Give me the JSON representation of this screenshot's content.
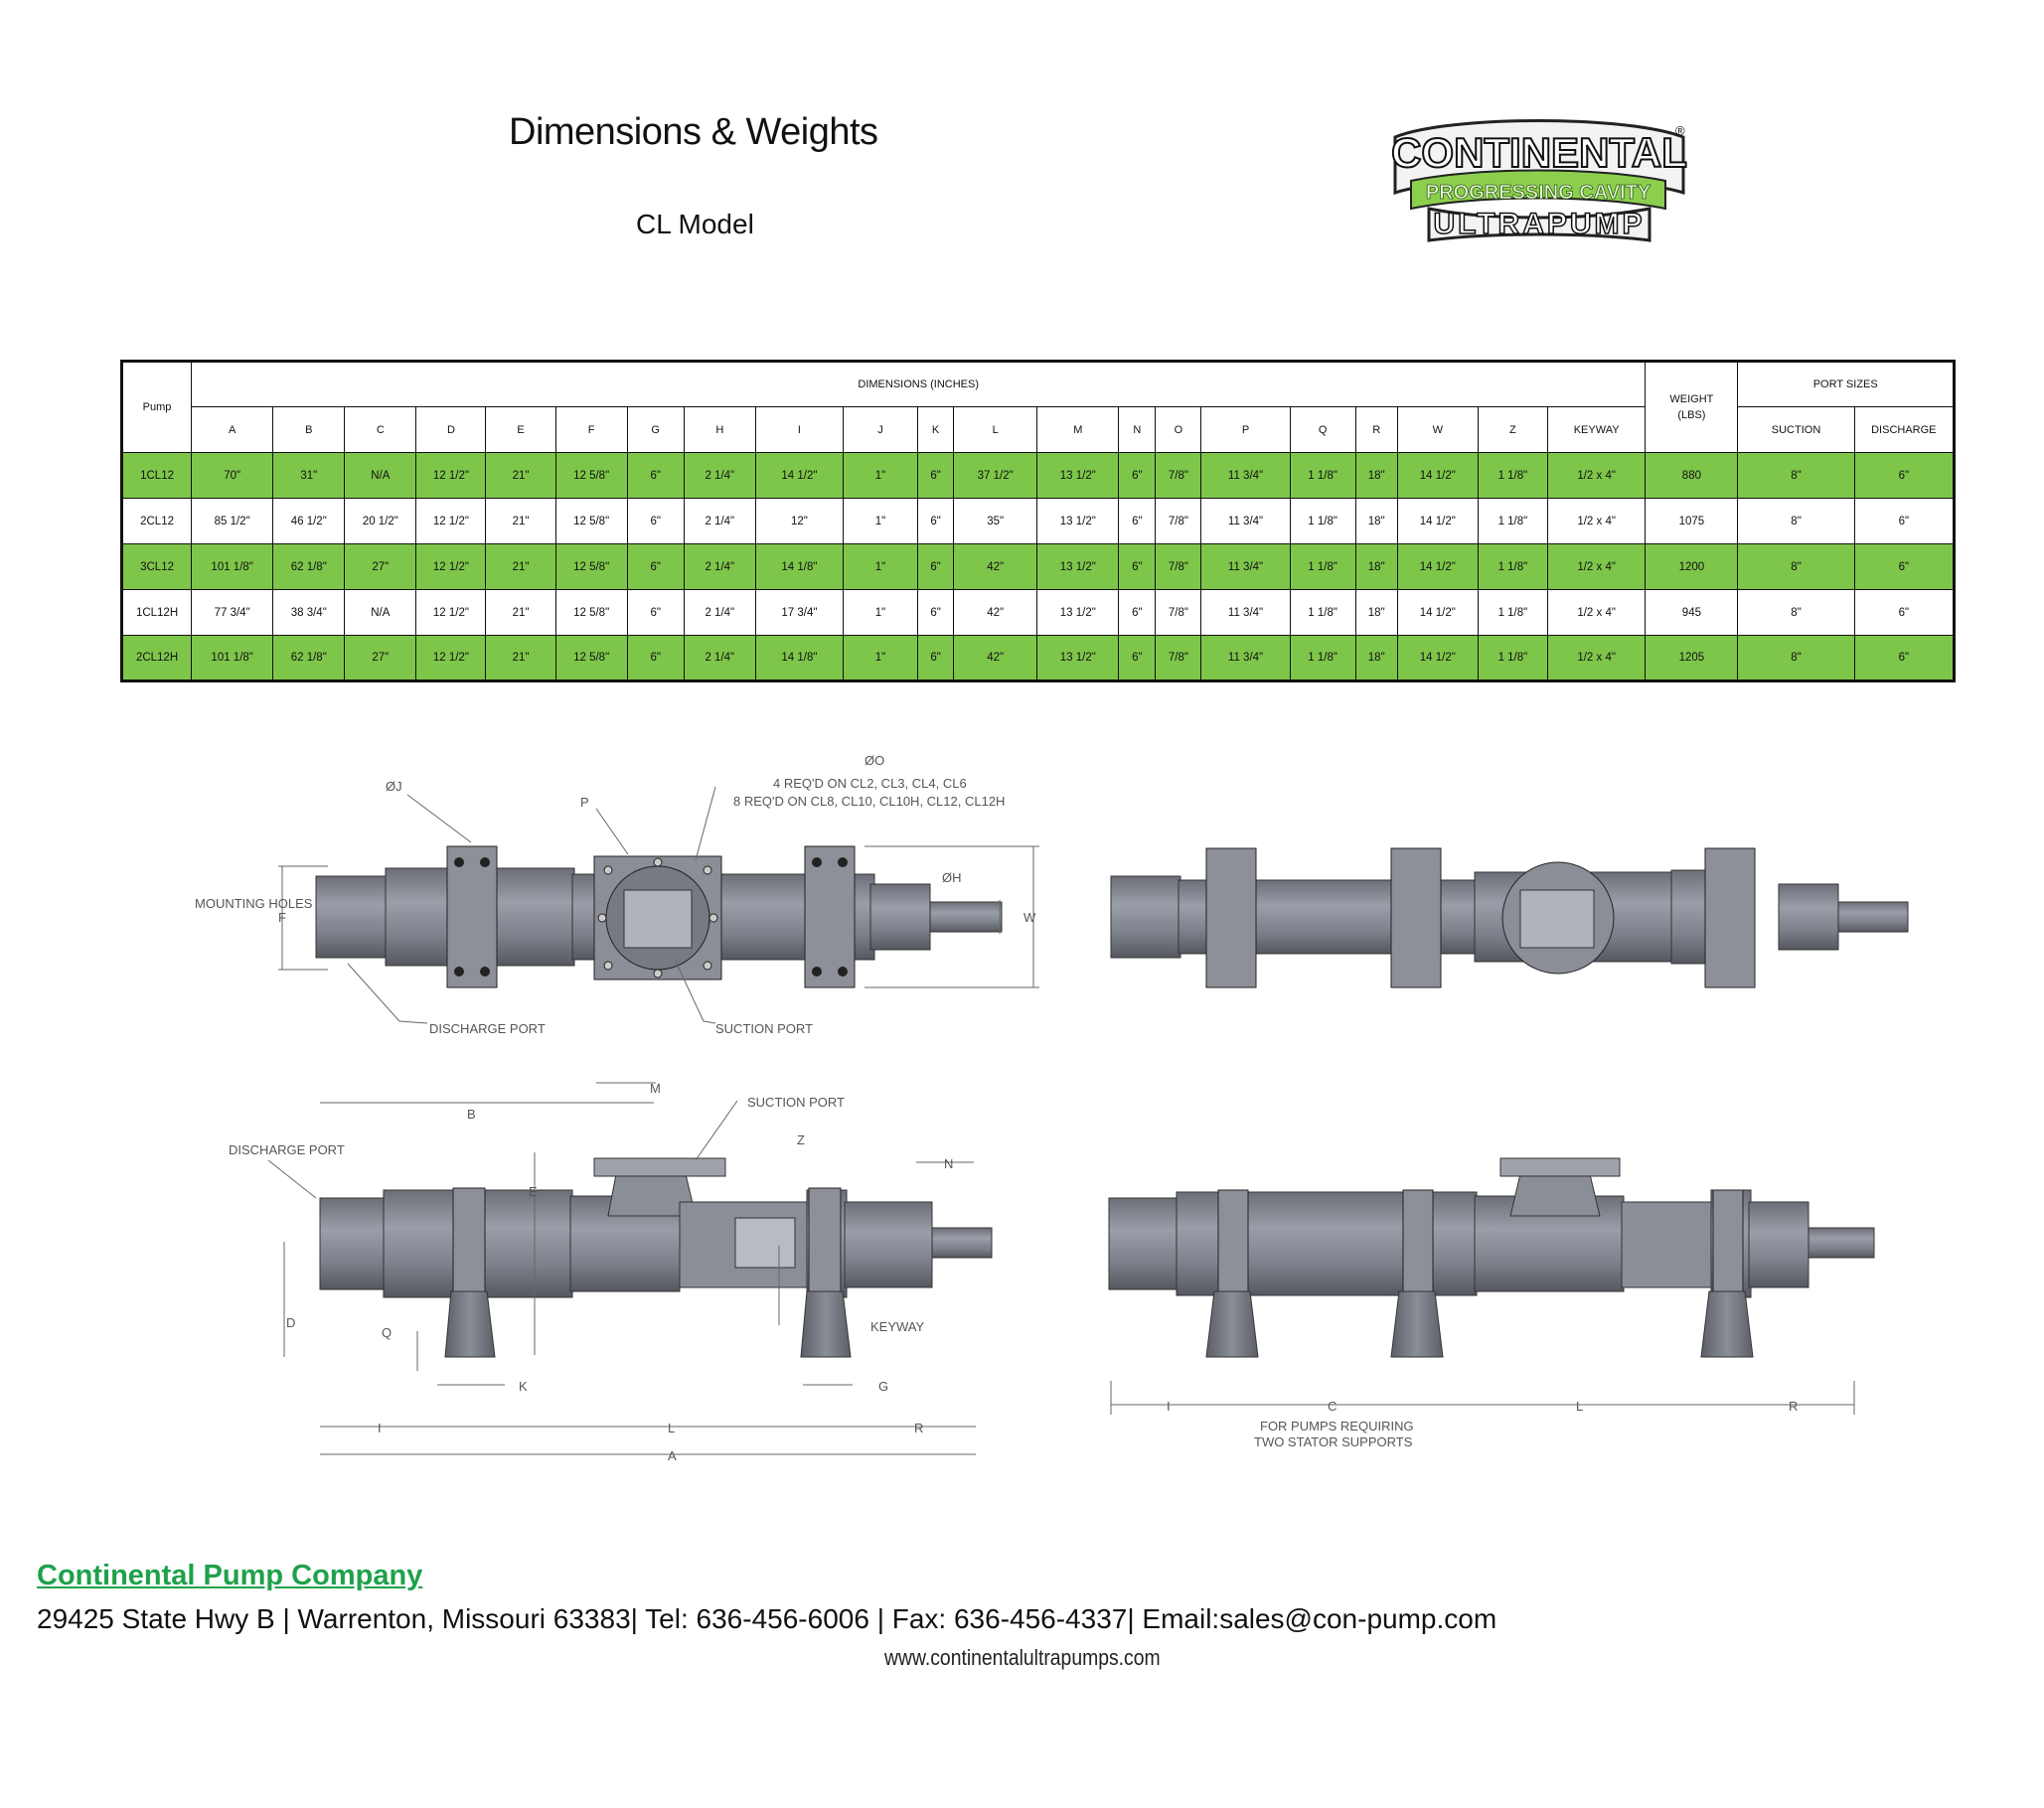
{
  "header": {
    "title": "Dimensions & Weights",
    "subtitle": "CL Model"
  },
  "logo": {
    "line1": "CONTINENTAL",
    "line2": "PROGRESSING CAVITY",
    "line3": "ULTRAPUMP",
    "mark": "®"
  },
  "table": {
    "pump_header": "Pump",
    "dimensions_header": "DIMENSIONS (INCHES)",
    "weight_header": "WEIGHT (LBS)",
    "port_sizes_header": "PORT SIZES",
    "dim_columns": [
      "A",
      "B",
      "C",
      "D",
      "E",
      "F",
      "G",
      "H",
      "I",
      "J",
      "K",
      "L",
      "M",
      "N",
      "O",
      "P",
      "Q",
      "R",
      "W",
      "Z",
      "KEYWAY"
    ],
    "port_columns": [
      "SUCTION",
      "DISCHARGE"
    ],
    "rows": [
      {
        "pump": "1CL12",
        "dims": [
          "70\"",
          "31\"",
          "N/A",
          "12 1/2\"",
          "21\"",
          "12 5/8\"",
          "6\"",
          "2 1/4\"",
          "14 1/2\"",
          "1\"",
          "6\"",
          "37 1/2\"",
          "13 1/2\"",
          "6\"",
          "7/8\"",
          "11 3/4\"",
          "1 1/8\"",
          "18\"",
          "14 1/2\"",
          "1 1/8\"",
          "1/2 x 4\""
        ],
        "weight": "880",
        "suction": "8\"",
        "discharge": "6\"",
        "green": true
      },
      {
        "pump": "2CL12",
        "dims": [
          "85 1/2\"",
          "46 1/2\"",
          "20 1/2\"",
          "12 1/2\"",
          "21\"",
          "12 5/8\"",
          "6\"",
          "2 1/4\"",
          "12\"",
          "1\"",
          "6\"",
          "35\"",
          "13 1/2\"",
          "6\"",
          "7/8\"",
          "11 3/4\"",
          "1 1/8\"",
          "18\"",
          "14 1/2\"",
          "1 1/8\"",
          "1/2 x 4\""
        ],
        "weight": "1075",
        "suction": "8\"",
        "discharge": "6\"",
        "green": false
      },
      {
        "pump": "3CL12",
        "dims": [
          "101 1/8\"",
          "62 1/8\"",
          "27\"",
          "12 1/2\"",
          "21\"",
          "12 5/8\"",
          "6\"",
          "2 1/4\"",
          "14 1/8\"",
          "1\"",
          "6\"",
          "42\"",
          "13 1/2\"",
          "6\"",
          "7/8\"",
          "11 3/4\"",
          "1 1/8\"",
          "18\"",
          "14 1/2\"",
          "1 1/8\"",
          "1/2 x 4\""
        ],
        "weight": "1200",
        "suction": "8\"",
        "discharge": "6\"",
        "green": true
      },
      {
        "pump": "1CL12H",
        "dims": [
          "77 3/4\"",
          "38 3/4\"",
          "N/A",
          "12 1/2\"",
          "21\"",
          "12 5/8\"",
          "6\"",
          "2 1/4\"",
          "17 3/4\"",
          "1\"",
          "6\"",
          "42\"",
          "13 1/2\"",
          "6\"",
          "7/8\"",
          "11 3/4\"",
          "1 1/8\"",
          "18\"",
          "14 1/2\"",
          "1 1/8\"",
          "1/2 x 4\""
        ],
        "weight": "945",
        "suction": "8\"",
        "discharge": "6\"",
        "green": false
      },
      {
        "pump": "2CL12H",
        "dims": [
          "101 1/8\"",
          "62 1/8\"",
          "27\"",
          "12 1/2\"",
          "21\"",
          "12 5/8\"",
          "6\"",
          "2 1/4\"",
          "14 1/8\"",
          "1\"",
          "6\"",
          "42\"",
          "13 1/2\"",
          "6\"",
          "7/8\"",
          "11 3/4\"",
          "1 1/8\"",
          "18\"",
          "14 1/2\"",
          "1 1/8\"",
          "1/2 x 4\""
        ],
        "weight": "1205",
        "suction": "8\"",
        "discharge": "6\"",
        "green": true
      }
    ],
    "colors": {
      "green_row": "#7ec64a",
      "border": "#111111"
    }
  },
  "drawings": {
    "top_left": {
      "label_j": "ØJ",
      "label_o": "ØO",
      "label_p": "P",
      "label_h": "ØH",
      "label_f": "F",
      "label_w": "W",
      "note_line1": "4 REQ'D ON CL2, CL3, CL4, CL6",
      "note_line2": "8 REQ'D ON CL8, CL10, CL10H, CL12, CL12H",
      "mounting_holes": "MOUNTING HOLES",
      "discharge_port": "DISCHARGE PORT",
      "suction_port": "SUCTION PORT"
    },
    "bottom_left": {
      "discharge_port": "DISCHARGE PORT",
      "suction_port": "SUCTION PORT",
      "keyway": "KEYWAY",
      "labels": [
        "B",
        "M",
        "Z",
        "E",
        "N",
        "D",
        "Q",
        "K",
        "G",
        "I",
        "L",
        "R",
        "A"
      ]
    },
    "bottom_right": {
      "labels": [
        "I",
        "C",
        "L",
        "R"
      ],
      "note_line1": "FOR PUMPS REQUIRING",
      "note_line2": "TWO STATOR SUPPORTS"
    }
  },
  "footer": {
    "company": "Continental Pump Company",
    "address": "29425 State Hwy B | Warrenton, Missouri 63383| Tel: 636-456-6006 | Fax: 636-456-4337| Email:sales@con-pump.com",
    "website": "www.continentalultrapumps.com",
    "company_color": "#1ea14a"
  }
}
